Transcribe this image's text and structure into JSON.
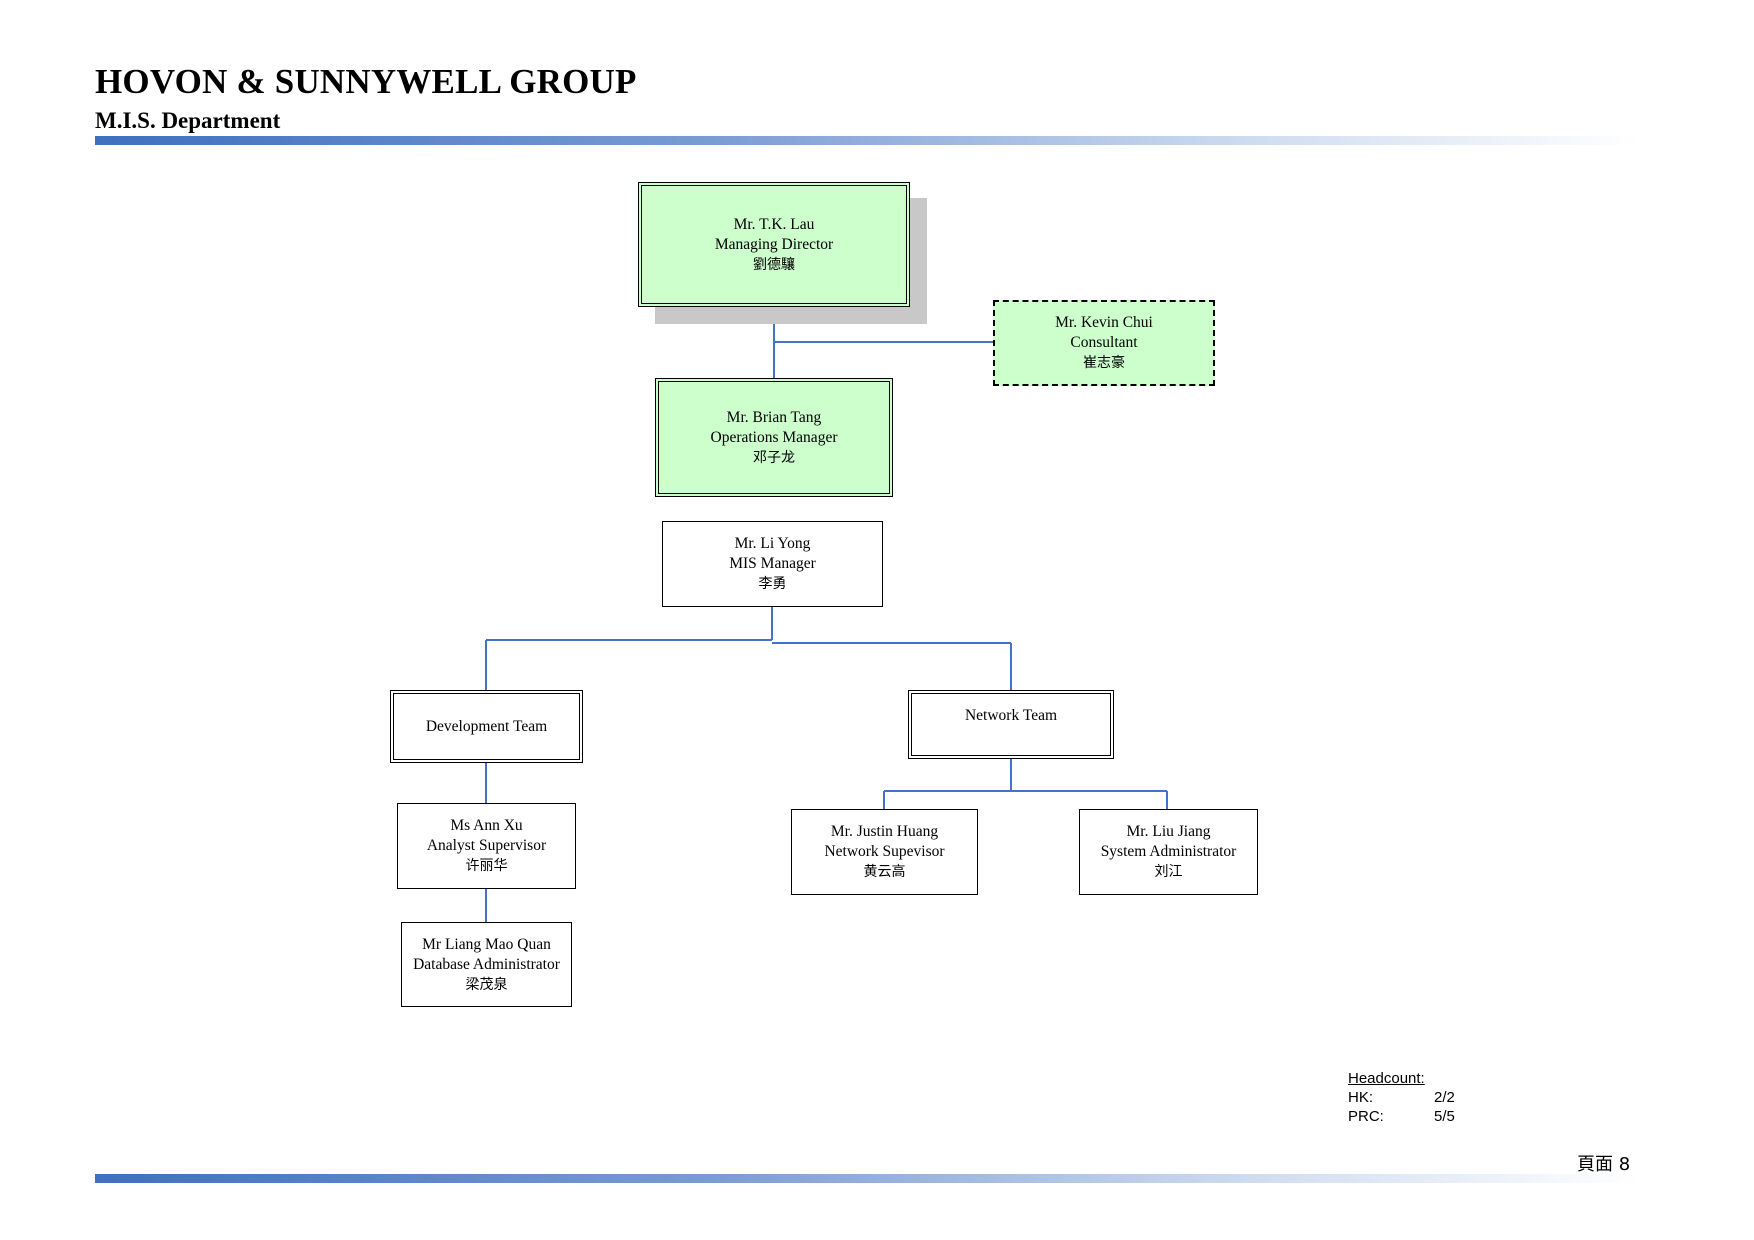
{
  "header": {
    "title": "HOVON & SUNNYWELL GROUP",
    "subtitle": "M.I.S. Department"
  },
  "colors": {
    "accent_bar": "#3f6fbf",
    "connector": "#4472c4",
    "executive_fill": "#ccffcc"
  },
  "org": {
    "managing_director": {
      "name": "Mr. T.K. Lau",
      "title": "Managing Director",
      "chinese": "劉德驤"
    },
    "consultant": {
      "name": "Mr. Kevin Chui",
      "title": "Consultant",
      "chinese": "崔志豪"
    },
    "operations_manager": {
      "name": "Mr. Brian Tang",
      "title": "Operations Manager",
      "chinese": "邓子龙"
    },
    "mis_manager": {
      "name": "Mr. Li Yong",
      "title": "MIS Manager",
      "chinese": "李勇"
    },
    "development_team": {
      "label": "Development Team"
    },
    "network_team": {
      "label": "Network Team"
    },
    "analyst_supervisor": {
      "name": "Ms Ann Xu",
      "title": "Analyst Supervisor",
      "chinese": "许丽华"
    },
    "database_admin": {
      "name": "Mr Liang Mao Quan",
      "title": "Database Administrator",
      "chinese": "梁茂泉"
    },
    "network_supervisor": {
      "name": "Mr. Justin Huang",
      "title": "Network Supevisor",
      "chinese": "黄云高"
    },
    "system_admin": {
      "name": "Mr. Liu Jiang",
      "title": "System Administrator",
      "chinese": "刘江"
    }
  },
  "headcount": {
    "title": "Headcount:",
    "rows": [
      {
        "label": "HK:",
        "value": "2/2"
      },
      {
        "label": "PRC:",
        "value": "5/5"
      }
    ]
  },
  "footer": {
    "page_label": "頁面 8"
  }
}
